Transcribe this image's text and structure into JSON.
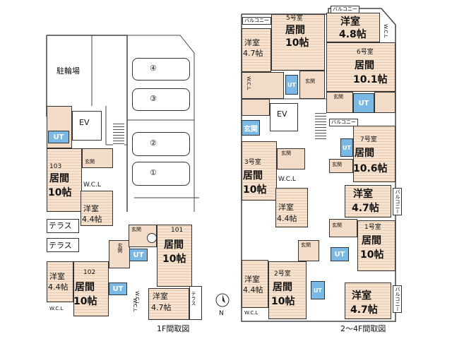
{
  "floors": {
    "first": {
      "caption": "1F間取図",
      "parking": "駐輪場",
      "elevator": "EV",
      "car_slots": [
        "④",
        "③",
        "②",
        "①"
      ],
      "units": {
        "u103": {
          "number": "103",
          "living": "居間",
          "living_size": "10帖",
          "wcl": "W.C.L",
          "room": "洋室",
          "room_size": "4.4帖",
          "entry": "玄関",
          "ut": "UT"
        },
        "u102": {
          "number": "102",
          "living": "居間",
          "living_size": "10帖",
          "room": "洋室",
          "room_size": "4.4帖",
          "entry": "玄関",
          "ut": "UT",
          "wcl": "W.C.L",
          "closet": "W.C.L"
        },
        "u101": {
          "number": "101",
          "living": "居間",
          "living_size": "10帖",
          "room": "洋室",
          "room_size": "4.7帖",
          "entry": "玄関",
          "ut": "UT",
          "wcl": "W.C.L"
        }
      },
      "terraces": [
        "テラス",
        "テラス",
        "テラス"
      ]
    },
    "upper": {
      "caption": "2〜4F間取図",
      "elevator": "EV",
      "balcony": "バルコニー",
      "units": {
        "u5": {
          "number": "5号室",
          "living": "居間",
          "living_size": "10帖",
          "room": "洋室",
          "room_size": "4.7帖",
          "entry": "玄関",
          "ut": "UT",
          "wcl": "W.C.L"
        },
        "u6": {
          "number": "6号室",
          "living": "居間",
          "living_size": "10.1帖",
          "room": "洋室",
          "room_size": "4.8帖",
          "entry": "玄関",
          "ut": "UT",
          "wcl": "W.C.L"
        },
        "u7": {
          "number": "7号室",
          "living": "居間",
          "living_size": "10.6帖",
          "room": "洋室",
          "room_size": "4.7帖",
          "entry": "玄関",
          "ut": "UT"
        },
        "u3": {
          "number": "3号室",
          "living": "居間",
          "living_size": "10帖",
          "room": "洋室",
          "room_size": "4.4帖",
          "entry": "玄関",
          "wcl": "W.C.L"
        },
        "u1": {
          "number": "1号室",
          "living": "居間",
          "living_size": "10帖",
          "room": "洋室",
          "room_size": "4.7帖",
          "entry": "玄関",
          "ut": "UT"
        },
        "u2": {
          "number": "2号室",
          "living": "居間",
          "living_size": "10帖",
          "room": "洋室",
          "room_size": "4.4帖",
          "entry": "玄関",
          "ut": "UT",
          "wcl": "W.C.L"
        }
      }
    }
  },
  "compass": "N"
}
